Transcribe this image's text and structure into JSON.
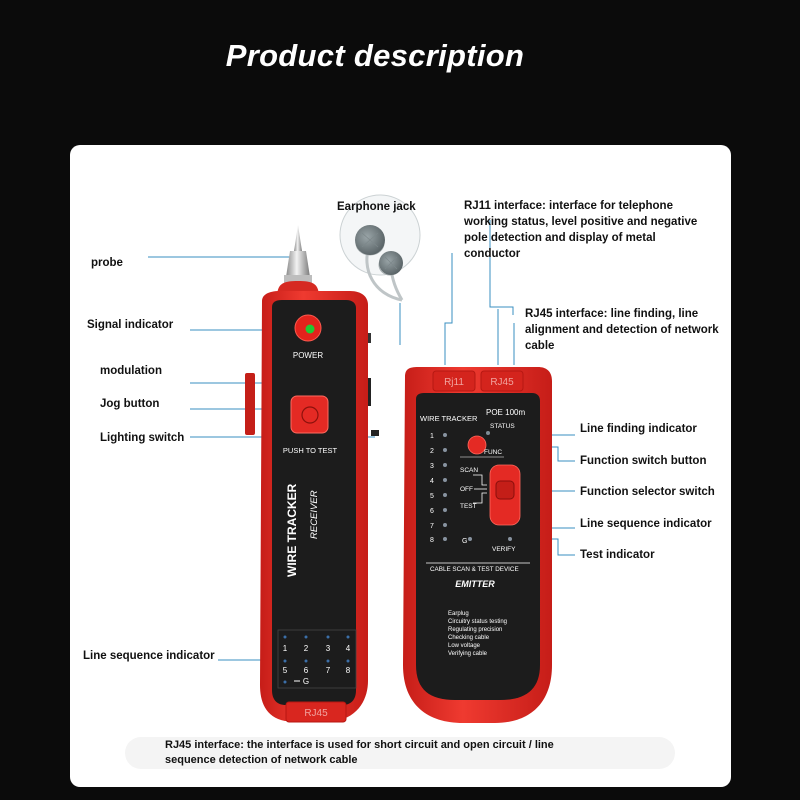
{
  "title": "Product description",
  "labels": {
    "probe": "probe",
    "signal_indicator": "Signal indicator",
    "modulation": "modulation",
    "jog_button": "Jog button",
    "lighting_switch": "Lighting switch",
    "line_sequence_left": "Line sequence indicator",
    "earphone_jack": "Earphone jack",
    "rj11": "RJ11 interface: interface for telephone working status, level positive and negative pole detection and display of metal conductor",
    "rj45_top": "RJ45 interface: line finding, line alignment and detection of network cable",
    "line_finding": "Line finding indicator",
    "function_switch_button": "Function switch button",
    "function_selector": "Function selector switch",
    "line_sequence_right": "Line sequence indicator",
    "test_indicator": "Test indicator",
    "rj45_bottom": "RJ45 interface: the interface is used for short circuit and open circuit / line sequence detection of network cable"
  },
  "receiver": {
    "power": "POWER",
    "push_to_test": "PUSH TO TEST",
    "brand": "WIRE TRACKER",
    "model": "RECEIVER",
    "port": "RJ45",
    "numbers_top": [
      "1",
      "2",
      "3",
      "4"
    ],
    "numbers_bottom": [
      "5",
      "6",
      "7",
      "8"
    ],
    "ground": "G"
  },
  "emitter": {
    "port_rj11": "Rj11",
    "port_rj45": "RJ45",
    "brand": "WIRE TRACKER",
    "poe": "POE 100m",
    "status": "STATUS",
    "func": "FUNC",
    "scan": "SCAN",
    "off": "OFF",
    "test": "TEST",
    "ground": "G",
    "verify": "VERIFY",
    "cable_scan": "CABLE SCAN & TEST DEVICE",
    "emitter": "EMITTER",
    "numbers": [
      "1",
      "2",
      "3",
      "4",
      "5",
      "6",
      "7",
      "8"
    ],
    "features": [
      "Earplug",
      "Circuitry status testing",
      "Regulating precision",
      "Checking cable",
      "Low voltage",
      "Verifying cable"
    ]
  },
  "colors": {
    "device_red": "#e42a24",
    "panel_black": "#1c1c1c",
    "label_text": "#111111",
    "leader_line": "#3a8fc0",
    "power_led": "#22c933"
  }
}
